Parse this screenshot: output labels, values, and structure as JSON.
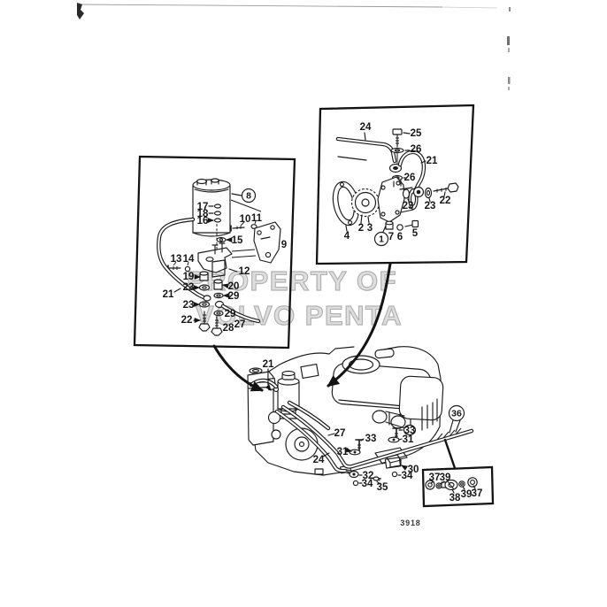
{
  "colors": {
    "ink": "#1b1b1b",
    "paper": "#ffffff",
    "watermark": "#c9c9c9"
  },
  "watermark": {
    "line1": "PROPERTY OF",
    "line2": "VOLVO PENTA"
  },
  "footer": {
    "figure_code": "3918"
  },
  "filter_box": {
    "description": "exploded view of oil reservoir, bracket and hoses",
    "callouts": {
      "c8": "8",
      "c17": "17",
      "c18": "18",
      "c16": "16",
      "c10": "10",
      "c11": "11",
      "c15": "15",
      "c9": "9",
      "c13": "13",
      "c14": "14",
      "c12": "12",
      "c19": "19",
      "c21": "21",
      "c23a": "23",
      "c20": "20",
      "c29a": "29",
      "c23b": "23",
      "c29b": "29",
      "c22": "22",
      "c28": "28",
      "c27": "27"
    }
  },
  "pump_box": {
    "description": "exploded view of pump, gasket, gear and fittings",
    "callouts": {
      "c24": "24",
      "c25": "25",
      "c26a": "26",
      "c21": "21",
      "c26b": "26",
      "c23a": "23",
      "c23b": "23",
      "c22": "22",
      "c4": "4",
      "c2": "2",
      "c3": "3",
      "c1": "1",
      "c7": "7",
      "c6": "6",
      "c5": "5"
    }
  },
  "engine_view": {
    "description": "engine with fuel pipes and clamps",
    "callouts": {
      "c21": "21",
      "c27": "27",
      "c33a": "33",
      "c31a": "31",
      "c33b": "33",
      "c31b": "31",
      "c24": "24",
      "c30": "30",
      "c32": "32",
      "c34a": "34",
      "c35": "35",
      "c34b": "34",
      "c36": "36"
    }
  },
  "fittings_box": {
    "description": "detail box of pipe fittings",
    "callouts": {
      "c37a": "37",
      "c39a": "39",
      "c38": "38",
      "c39b": "39",
      "c37b": "37"
    }
  }
}
